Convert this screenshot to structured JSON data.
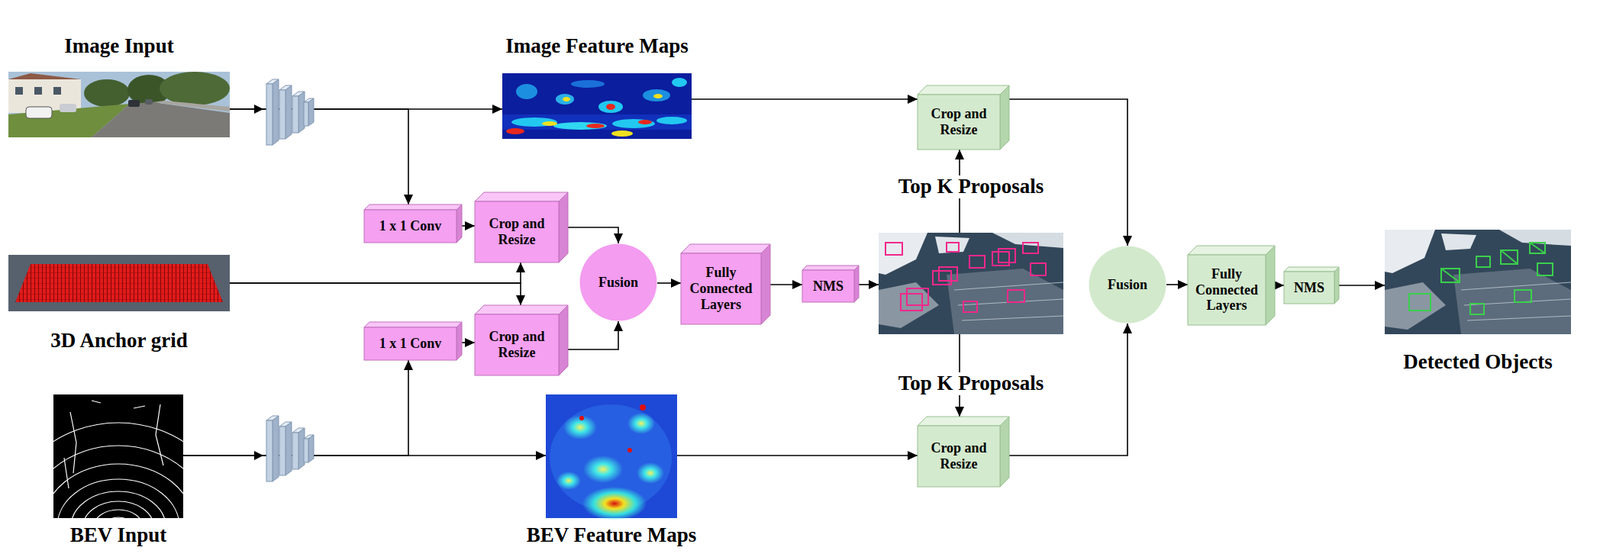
{
  "diagram": {
    "nodes": [
      {
        "text": [
          "Image Input"
        ]
      },
      {
        "text": [
          "Image Feature Maps"
        ]
      },
      {
        "text": [
          "1 x 1 Conv"
        ]
      },
      {
        "text": [
          "Crop and Resize"
        ]
      },
      {
        "text": [
          "3D Anchor grid"
        ]
      },
      {
        "text": [
          "1 x 1 Conv"
        ]
      },
      {
        "text": [
          "Crop and Resize"
        ]
      },
      {
        "text": [
          "Fusion"
        ]
      },
      {
        "text": [
          "Fully Connected Layers"
        ]
      },
      {
        "text": [
          "NMS"
        ]
      },
      {
        "text": [
          "Top K Proposals",
          "Top K Proposals"
        ]
      },
      {
        "text": [
          "Crop and Resize"
        ]
      },
      {
        "text": [
          "Crop and Resize"
        ]
      },
      {
        "text": [
          "Fusion"
        ]
      },
      {
        "text": [
          "Fully Connected Layers"
        ]
      },
      {
        "text": [
          "NMS"
        ]
      },
      {
        "text": [
          "Detected Objects"
        ]
      },
      {
        "text": [
          "BEV Input"
        ]
      },
      {
        "text": [
          "BEV Feature Maps"
        ]
      }
    ],
    "edges": [
      {
        "from": 0,
        "to": 1,
        "arrow": "to"
      },
      {
        "from": 0,
        "to": 2,
        "arrow": "to"
      },
      {
        "from": 2,
        "to": 3,
        "arrow": "to"
      },
      {
        "from": 4,
        "to": 3,
        "arrow": "to"
      },
      {
        "from": 4,
        "to": 6,
        "arrow": "to"
      },
      {
        "from": 17,
        "to": 18,
        "arrow": "to"
      },
      {
        "from": 17,
        "to": 5,
        "arrow": "to"
      },
      {
        "from": 5,
        "to": 6,
        "arrow": "to"
      },
      {
        "from": 3,
        "to": 7,
        "arrow": "to"
      },
      {
        "from": 6,
        "to": 7,
        "arrow": "to"
      },
      {
        "from": 7,
        "to": 8,
        "arrow": "to"
      },
      {
        "from": 8,
        "to": 9,
        "arrow": "to"
      },
      {
        "from": 9,
        "to": 10,
        "arrow": "to"
      },
      {
        "from": 10,
        "to": 11,
        "arrow": "to"
      },
      {
        "from": 10,
        "to": 12,
        "arrow": "to"
      },
      {
        "from": 1,
        "to": 11,
        "arrow": "to"
      },
      {
        "from": 11,
        "to": 13,
        "arrow": "to"
      },
      {
        "from": 18,
        "to": 12,
        "arrow": "to"
      },
      {
        "from": 12,
        "to": 13,
        "arrow": "to"
      },
      {
        "from": 13,
        "to": 14,
        "arrow": "to"
      },
      {
        "from": 14,
        "to": 15,
        "arrow": "to"
      },
      {
        "from": 15,
        "to": 16,
        "arrow": "to"
      }
    ]
  }
}
